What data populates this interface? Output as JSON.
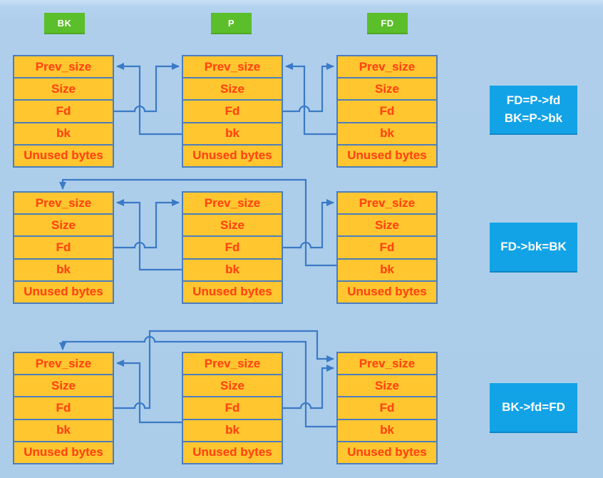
{
  "badges": [
    {
      "label": "BK"
    },
    {
      "label": "P"
    },
    {
      "label": "FD"
    }
  ],
  "chunk_cell_labels": [
    "Prev_size",
    "Size",
    "Fd",
    "bk",
    "Unused bytes"
  ],
  "rows": [
    {
      "note_lines": [
        "FD=P->fd",
        "BK=P->bk"
      ],
      "edges": [
        "BK.fd -> P",
        "P.bk -> BK",
        "P.fd -> FD",
        "FD.bk -> P"
      ]
    },
    {
      "note_lines": [
        "FD->bk=BK"
      ],
      "edges": [
        "BK.fd -> P",
        "P.bk -> BK",
        "P.fd -> FD",
        "FD.bk -> BK"
      ]
    },
    {
      "note_lines": [
        "BK->fd=FD"
      ],
      "edges": [
        "BK.fd -> FD",
        "P.bk -> BK",
        "P.fd -> FD",
        "FD.bk -> BK"
      ]
    }
  ],
  "colors": {
    "background": "#abcdea",
    "chunk_fill": "#ffc630",
    "chunk_border": "#4a7ebd",
    "chunk_text": "#ff4713",
    "arrow": "#3b7ac6",
    "badge_fill": "#5bbe2b",
    "badge_text": "#ffffff",
    "note_fill": "#12a3e7",
    "note_text": "#ffffff"
  }
}
